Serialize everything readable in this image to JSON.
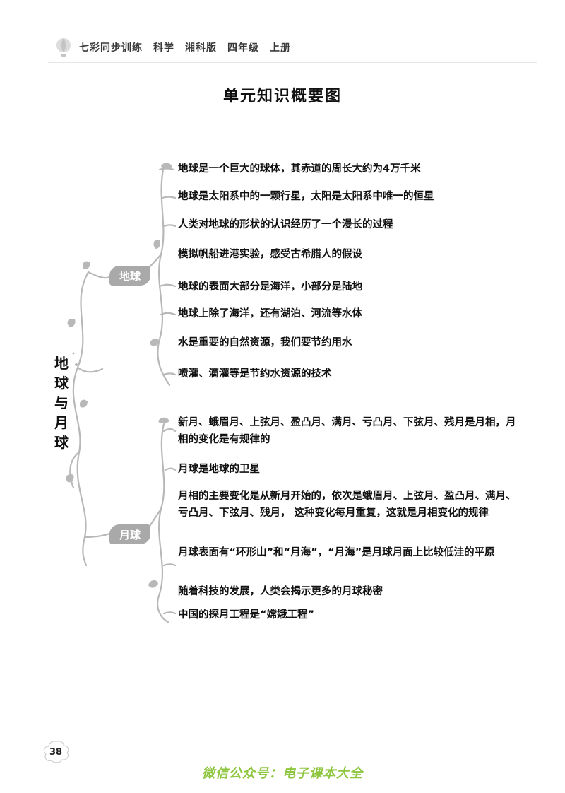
{
  "header": {
    "text": "七彩同步训练　科学　湘科版　四年级　上册",
    "icon": "balloon-icon"
  },
  "title": "单元知识概要图",
  "root_label": "地球与月球",
  "branches": [
    {
      "label": "地球",
      "items": [
        "地球是一个巨大的球体，其赤道的周长大约为4万千米",
        "地球是太阳系中的一颗行星，太阳是太阳系中唯一的恒星",
        "人类对地球的形状的认识经历了一个漫长的过程",
        "模拟帆船进港实验，感受古希腊人的假设",
        "地球的表面大部分是海洋，小部分是陆地",
        "地球上除了海洋，还有湖泊、河流等水体",
        "水是重要的自然资源，我们要节约用水",
        "喷灌、滴灌等是节约水资源的技术"
      ]
    },
    {
      "label": "月球",
      "items": [
        "新月、蛾眉月、上弦月、盈凸月、满月、亏凸月、下弦月、残月是月相，月相的变化是有规律的",
        "月球是地球的卫星",
        "月相的主要变化是从新月开始的，依次是蛾眉月、上弦月、盈凸月、满月、亏凸月、下弦月、残月， 这种变化每月重复，这就是月相变化的规律",
        "月球表面有“环形山”和“月海”，“月海”是月球月面上比较低洼的平原",
        "随着科技的发展，人类会揭示更多的月球秘密",
        "中国的探月工程是“嫦娥工程”"
      ]
    }
  ],
  "page_number": "38",
  "footer": "微信公众号：电子课本大全",
  "colors": {
    "vine": "#b8b8b8",
    "tag_bg": "#a9a9a9",
    "footer": "#8ec63f"
  }
}
